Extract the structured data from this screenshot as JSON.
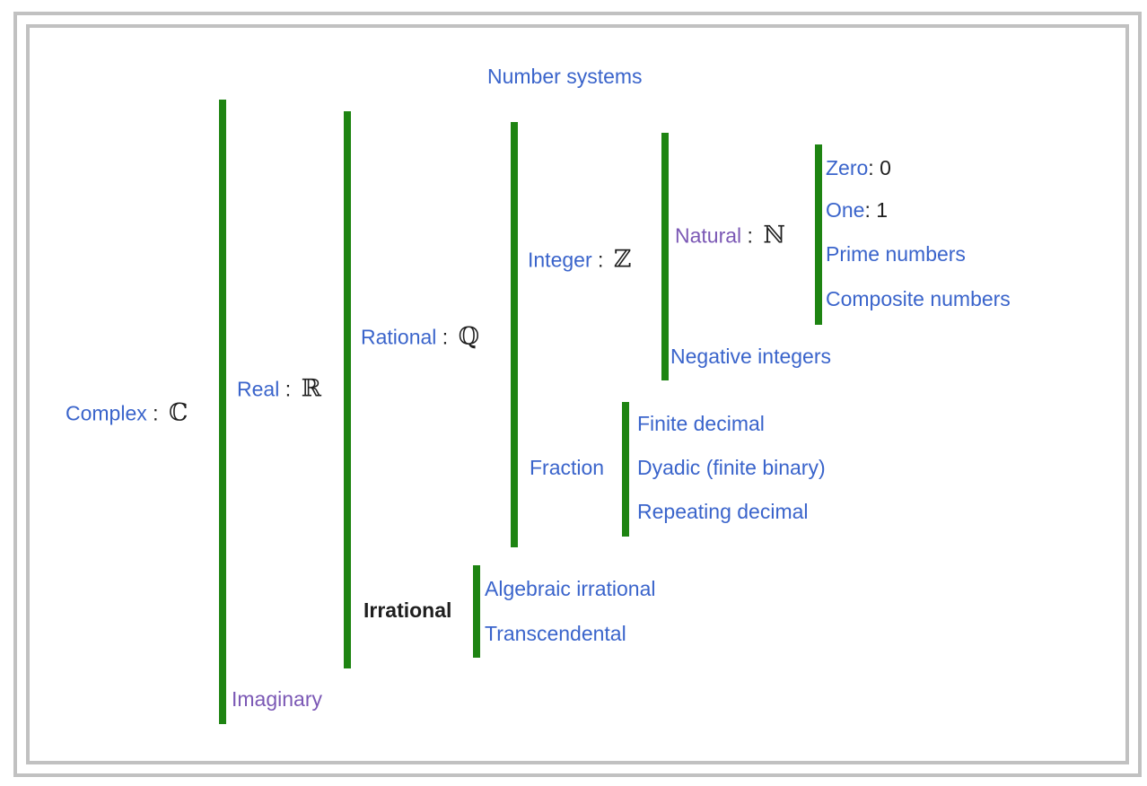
{
  "diagram": {
    "title": "Number systems",
    "colors": {
      "bar_green": "#1e8412",
      "label_blue": "#3a64cb",
      "label_purple": "#7b58b5",
      "text_black": "#1f1f1f",
      "frame_gray": "#c1c1c1"
    },
    "nodes": {
      "complex": {
        "name": "Complex",
        "sep": " : ",
        "symbol": "ℂ"
      },
      "real": {
        "name": "Real",
        "sep": " : ",
        "symbol": "ℝ"
      },
      "rational": {
        "name": "Rational",
        "sep": " : ",
        "symbol": "ℚ"
      },
      "integer": {
        "name": "Integer",
        "sep": " : ",
        "symbol": "ℤ"
      },
      "natural": {
        "name": "Natural",
        "sep": " : ",
        "symbol": "ℕ"
      },
      "zero": {
        "name": "Zero",
        "sep": ": ",
        "value": "0"
      },
      "one": {
        "name": "One",
        "sep": ": ",
        "value": "1"
      },
      "prime_numbers": {
        "name": "Prime numbers"
      },
      "composite_numbers": {
        "name": "Composite numbers"
      },
      "negative_integers": {
        "name": "Negative integers"
      },
      "fraction": {
        "name": "Fraction"
      },
      "finite_decimal": {
        "name": "Finite decimal"
      },
      "dyadic": {
        "name": "Dyadic (finite binary)"
      },
      "repeating_decimal": {
        "name": "Repeating decimal"
      },
      "irrational": {
        "name": "Irrational"
      },
      "algebraic_irrational": {
        "name": "Algebraic irrational"
      },
      "transcendental": {
        "name": "Transcendental"
      },
      "imaginary": {
        "name": "Imaginary"
      }
    }
  }
}
